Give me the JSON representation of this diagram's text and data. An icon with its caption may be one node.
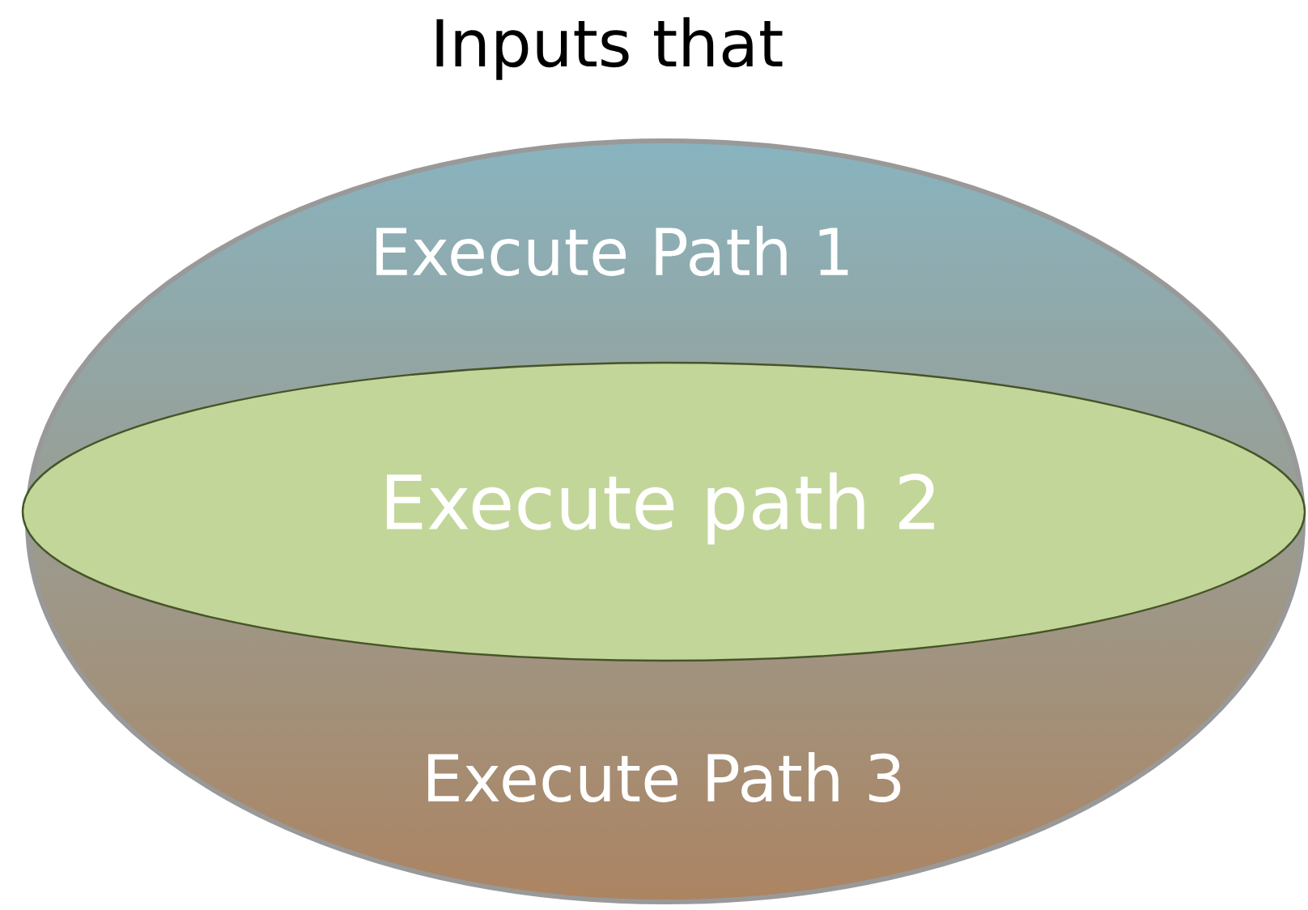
{
  "diagram": {
    "title": "Inputs that",
    "nodes": [
      {
        "text": [
          "Execute Path 1",
          "Execute Path 3"
        ]
      },
      {
        "text": [
          "Execute path 2"
        ],
        "in": 0
      }
    ]
  }
}
